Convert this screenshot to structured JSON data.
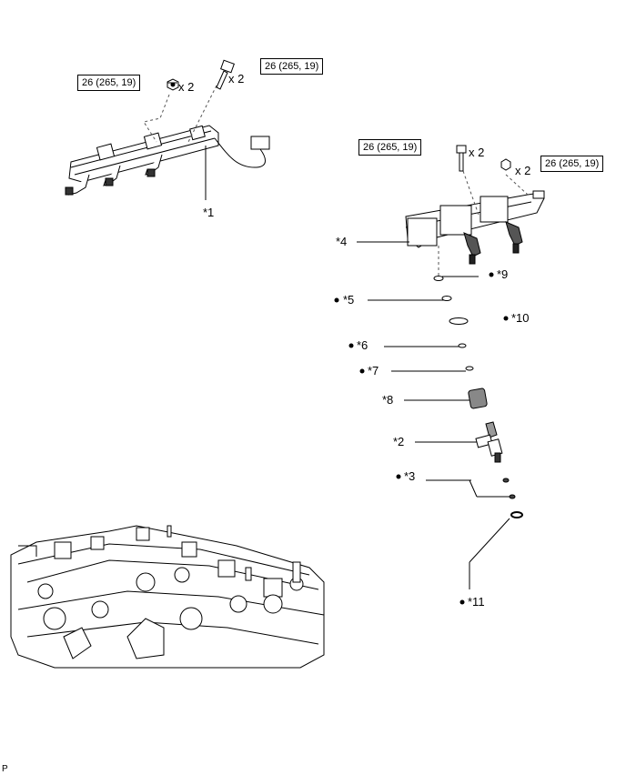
{
  "torque_specs": {
    "left_nut": "26 (265, 19)",
    "left_bolt": "26 (265, 19)",
    "right_bolt": "26 (265, 19)",
    "right_nut": "26 (265, 19)"
  },
  "quantities": {
    "left_nut": "x 2",
    "left_bolt": "x 2",
    "right_bolt": "x 2",
    "right_nut": "x 2"
  },
  "callouts": {
    "c1": "*1",
    "c2": "*2",
    "c3": "*3",
    "c4": "*4",
    "c5": "*5",
    "c6": "*6",
    "c7": "*7",
    "c8": "*8",
    "c9": "*9",
    "c10": "*10",
    "c11": "*11"
  },
  "footer": {
    "code": "P"
  }
}
